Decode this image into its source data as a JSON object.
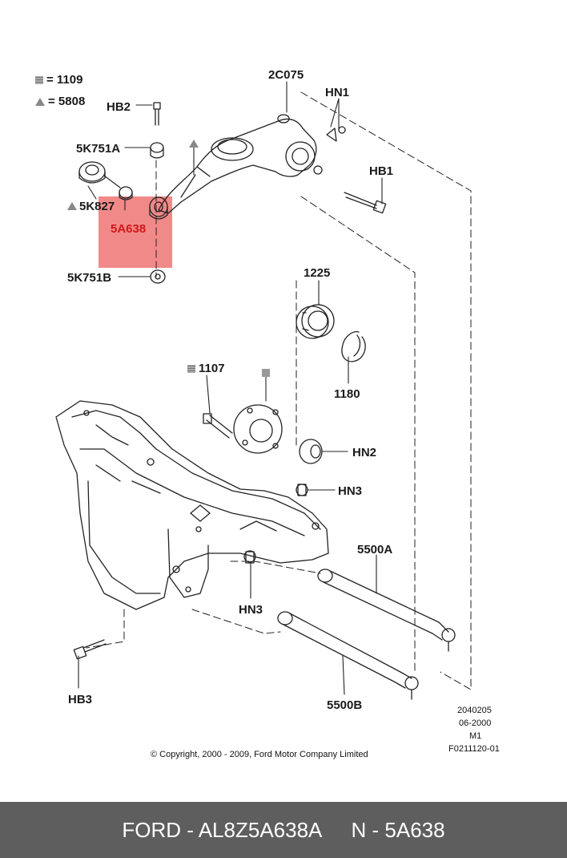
{
  "legend": {
    "square_value": "= 1109",
    "triangle_value": "= 5808"
  },
  "callouts": {
    "c2C075": "2C075",
    "HN1": "HN1",
    "HB2": "HB2",
    "c5K751A": "5K751A",
    "HB1": "HB1",
    "c5K827": "5K827",
    "c5A638": "5A638",
    "c5K751B": "5K751B",
    "c1225": "1225",
    "c1107": "1107",
    "c1180": "1180",
    "HN2": "HN2",
    "HN3_upper": "HN3",
    "c5500A": "5500A",
    "HN3_lower": "HN3",
    "HB3": "HB3",
    "c5500B": "5500B"
  },
  "stamp": {
    "line1": "2040205",
    "line2": "06-2000",
    "line3": "M1",
    "line4": "F0211120-01"
  },
  "copyright": "© Copyright, 2000 - 2009, Ford Motor Company Limited",
  "footer": {
    "part_number": "FORD - AL8Z5A638A",
    "reference": "N - 5A638"
  },
  "colors": {
    "highlight": "#e62828",
    "footer_bg": "#5e5e5e",
    "line": "#222222"
  }
}
